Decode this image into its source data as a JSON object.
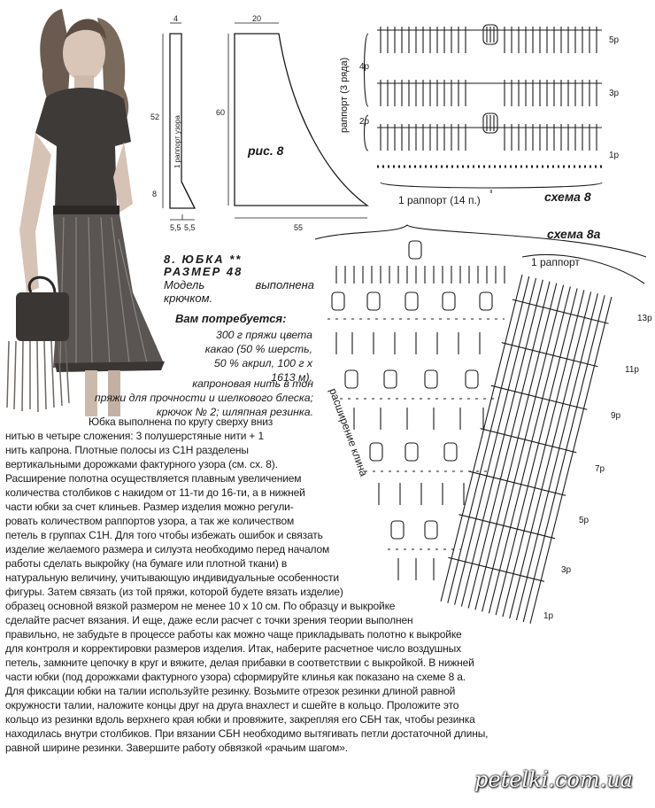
{
  "header": {
    "title": "8. ЮБКА **",
    "size": "РАЗМЕР 48",
    "model_note": "Модель выполнена крючком.",
    "materials_heading": "Вам потребуется:",
    "materials_yarn": "300 г пряжи цвета какао (50 % шерсть, 50 % акрил, 100 г х 1613 м),",
    "materials_thread_1": "капроновая нить в тон",
    "materials_thread_2": "пряжи для прочности и шелкового блеска; крючок № 2; шляпная резинка."
  },
  "body_lines": [
    "Юбка выполнена по кругу сверху вниз",
    "нитью в четыре сложения: 3 полушерстяные нити + 1",
    "нить капрона. Плотные полосы из С1Н разделены",
    "вертикальными дорожками фактурного узора (см. сх. 8).",
    "Расширение полотна осуществляется плавным увеличением",
    "количества столбиков с накидом от 11-ти до 16-ти, а в нижней",
    "части юбки за счет клиньев. Размер изделия можно регули-",
    "ровать количеством раппортов узора, а так же количеством",
    "петель в группах С1Н. Для того чтобы избежать ошибок и связать",
    "изделие желаемого размера и силуэта необходимо перед началом",
    "работы сделать выкройку (на бумаге или плотной ткани) в",
    "натуральную величину, учитывающую индивидуальные особенности",
    "фигуры. Затем связать (из той пряжи, которой будете вязать изделие)",
    "образец основной вязкой размером не менее 10 х 10 см. По образцу и выкройке",
    "сделайте расчет вязания. И еще, даже если расчет с точки зрения теории выполнен",
    "правильно, не забудьте в процессе работы как можно чаще прикладывать полотно к выкройке",
    "для контроля и корректировки размеров изделия. Итак, наберите расчетное число воздушных",
    "петель, замкните цепочку в круг и вяжите, делая прибавки в соответствии с выкройкой. В нижней",
    "части юбки (под дорожками фактурного узора) сформируйте клинья как показано на схеме 8 а.",
    "Для фиксации юбки на талии используйте резинку. Возьмите отрезок резинки длиной равной",
    "окружности талии, наложите концы друг на друга внахлест и сшейте в кольцо. Проложите это",
    "кольцо из резинки вдоль верхнего края юбки и провяжите, закрепляя его СБН так, чтобы резинка",
    "находилась внутри столбиков. При вязании СБН необходимо вытягивать петли достаточной длины,",
    "равной ширине резинки. Завершите работу обвязкой «рачьим шагом»."
  ],
  "pattern": {
    "fig_label": "рис. 8",
    "dim_top_narrow": "4",
    "dim_top_wide": "20",
    "dim_height_52": "52",
    "dim_height_60": "60",
    "dim_height_8": "8",
    "dim_bottom_55_left": "5,5",
    "dim_bottom_55_right": "5,5",
    "dim_bottom_55": "55",
    "rapport_label": "1 раппорт узора"
  },
  "schema8": {
    "label": "схема 8",
    "rapport_vertical": "раппорт (3 ряда)",
    "rapport_horizontal": "1 раппорт (14 п.)",
    "row_labels": [
      "5р",
      "3р",
      "1р"
    ],
    "left_labels": [
      "4р",
      "2р"
    ]
  },
  "schema8a": {
    "label": "схема 8а",
    "rapport": "1 раппорт",
    "wedge": "расширение клина",
    "row_labels": [
      "13р",
      "11р",
      "9р",
      "7р",
      "5р",
      "3р",
      "1р"
    ]
  },
  "watermark": "petelki.com.ua",
  "colors": {
    "ink": "#1a1a1a",
    "paper": "#ffffff"
  }
}
